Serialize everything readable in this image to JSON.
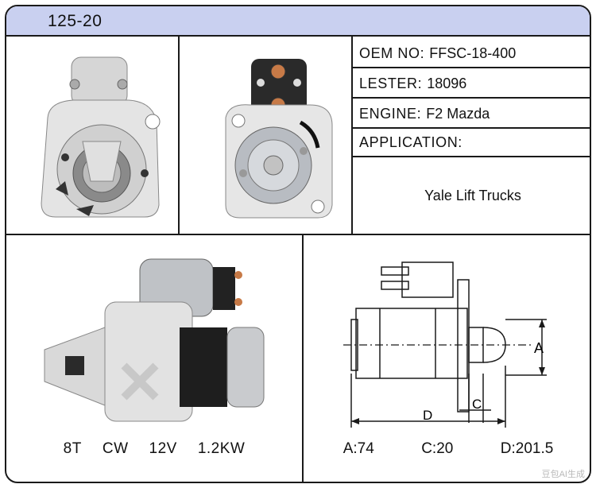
{
  "header": {
    "title": "125-20"
  },
  "info": {
    "oem_label": "OEM NO:",
    "oem_value": "FFSC-18-400",
    "lester_label": "LESTER:",
    "lester_value": "18096",
    "engine_label": "ENGINE:",
    "engine_value": "F2 Mazda",
    "application_label": "APPLICATION:",
    "application_value": "Yale Lift Trucks"
  },
  "specs": {
    "teeth": "8T",
    "rotation": "CW",
    "voltage": "12V",
    "power": "1.2KW"
  },
  "dimensions": {
    "a": "A:74",
    "c": "C:20",
    "d": "D:201.5",
    "label_a": "A",
    "label_c": "C",
    "label_d": "D"
  },
  "watermark": "豆包AI生成"
}
